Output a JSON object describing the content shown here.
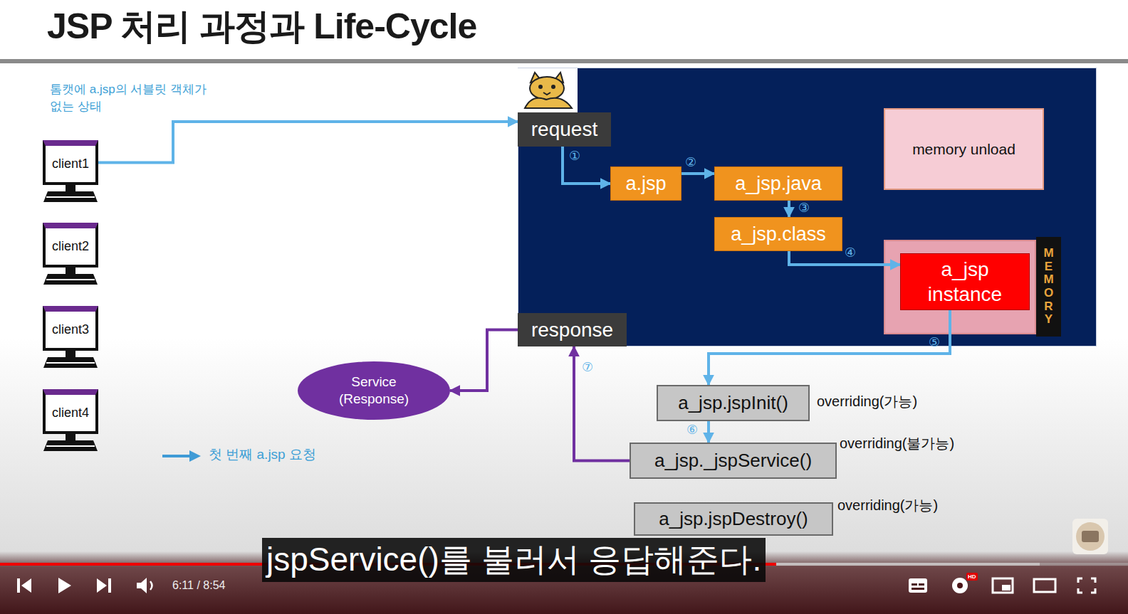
{
  "diagram": {
    "title": "JSP 처리 과정과 Life-Cycle",
    "nodes": [
      {
        "text": [
          "client1"
        ]
      },
      {
        "text": [
          "client2"
        ]
      },
      {
        "text": [
          "client3"
        ]
      },
      {
        "text": [
          "client4"
        ]
      },
      {
        "text": [
          "request"
        ]
      },
      {
        "text": [
          "memory unload"
        ]
      },
      {
        "text": [
          "a.jsp"
        ]
      },
      {
        "text": [
          "a_jsp.java"
        ]
      },
      {
        "text": [
          "a_jsp.class"
        ]
      },
      {
        "text": [
          "MEMORY"
        ]
      },
      {
        "text": [
          "a_jsp instance"
        ],
        "in": 9
      },
      {
        "text": [
          "response"
        ]
      },
      {
        "text": [
          "Service (Response)"
        ]
      },
      {
        "text": [
          "a_jsp.jspInit()"
        ]
      },
      {
        "text": [
          "a_jsp._jspService()"
        ]
      },
      {
        "text": [
          "a_jsp.jspDestroy()"
        ]
      }
    ],
    "edges": [
      {
        "from": 0,
        "to": 4,
        "arrow": "to"
      },
      {
        "from": 4,
        "to": 6,
        "label": "①",
        "arrow": "to"
      },
      {
        "from": 6,
        "to": 7,
        "label": "②",
        "arrow": "to"
      },
      {
        "from": 7,
        "to": 8,
        "label": "③",
        "arrow": "to"
      },
      {
        "from": 8,
        "to": 10,
        "label": "④",
        "arrow": "to"
      },
      {
        "from": 10,
        "to": 13,
        "label": "⑤",
        "arrow": "to"
      },
      {
        "from": 13,
        "to": 14,
        "label": "⑥",
        "arrow": "to"
      },
      {
        "from": 14,
        "to": 11,
        "label": "⑦",
        "arrow": "to"
      },
      {
        "from": 11,
        "to": 12,
        "arrow": "to"
      }
    ],
    "labels": [
      "톰캣에 a.jsp의 서블릿 객체가 없는 상태",
      "overriding(가능)",
      "overriding(불가능)",
      "overriding(가능)",
      "jspService()를 불러서 응답해준다.",
      "6:11 / 8:54",
      "HD"
    ],
    "legend": [
      {
        "text": "첫 번째 a.jsp 요청"
      }
    ]
  }
}
